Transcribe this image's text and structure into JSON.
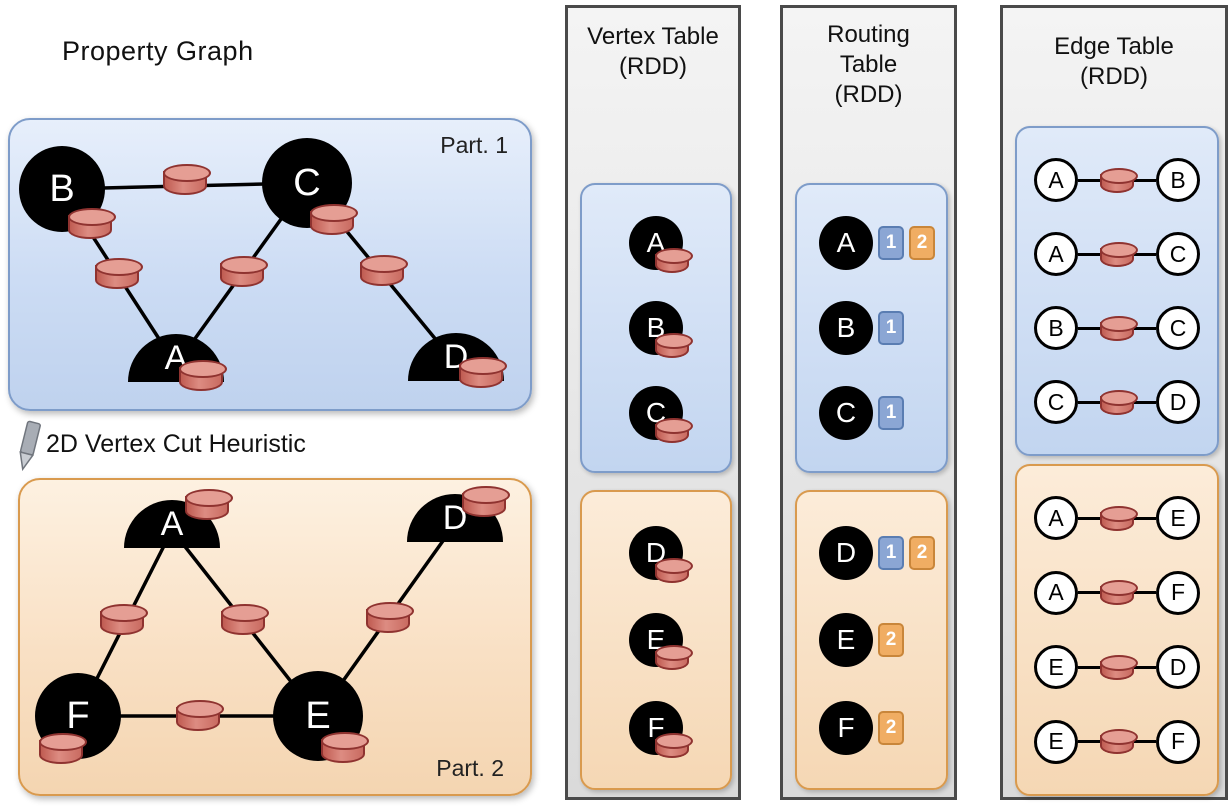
{
  "property_graph": {
    "title": "Property Graph",
    "cut_label": "2D Vertex Cut Heuristic",
    "part1": {
      "label": "Part. 1",
      "vertices": [
        {
          "id": "B"
        },
        {
          "id": "C"
        },
        {
          "id": "A"
        },
        {
          "id": "D"
        }
      ],
      "edges": [
        [
          "B",
          "C"
        ],
        [
          "B",
          "A"
        ],
        [
          "C",
          "A"
        ],
        [
          "C",
          "D"
        ]
      ]
    },
    "part2": {
      "label": "Part. 2",
      "vertices": [
        {
          "id": "A"
        },
        {
          "id": "D"
        },
        {
          "id": "F"
        },
        {
          "id": "E"
        }
      ],
      "edges": [
        [
          "A",
          "F"
        ],
        [
          "A",
          "E"
        ],
        [
          "D",
          "E"
        ],
        [
          "F",
          "E"
        ]
      ]
    }
  },
  "vertex_table": {
    "title_lines": [
      "Vertex Table",
      "(RDD)"
    ],
    "part1_vertices": [
      "A",
      "B",
      "C"
    ],
    "part2_vertices": [
      "D",
      "E",
      "F"
    ]
  },
  "routing_table": {
    "title_lines": [
      "Routing",
      "Table",
      "(RDD)"
    ],
    "part1_rows": [
      {
        "vertex": "A",
        "badges": [
          {
            "label": "1",
            "color": "blue"
          },
          {
            "label": "2",
            "color": "orange"
          }
        ]
      },
      {
        "vertex": "B",
        "badges": [
          {
            "label": "1",
            "color": "blue"
          }
        ]
      },
      {
        "vertex": "C",
        "badges": [
          {
            "label": "1",
            "color": "blue"
          }
        ]
      }
    ],
    "part2_rows": [
      {
        "vertex": "D",
        "badges": [
          {
            "label": "1",
            "color": "blue"
          },
          {
            "label": "2",
            "color": "orange"
          }
        ]
      },
      {
        "vertex": "E",
        "badges": [
          {
            "label": "2",
            "color": "orange"
          }
        ]
      },
      {
        "vertex": "F",
        "badges": [
          {
            "label": "2",
            "color": "orange"
          }
        ]
      }
    ]
  },
  "edge_table": {
    "title_lines": [
      "Edge Table",
      "(RDD)"
    ],
    "part1_edges": [
      [
        "A",
        "B"
      ],
      [
        "A",
        "C"
      ],
      [
        "B",
        "C"
      ],
      [
        "C",
        "D"
      ]
    ],
    "part2_edges": [
      [
        "A",
        "E"
      ],
      [
        "A",
        "F"
      ],
      [
        "E",
        "D"
      ],
      [
        "E",
        "F"
      ]
    ]
  },
  "colors": {
    "partition1_fill": "#ccdcf4",
    "partition1_border": "#7e9cc9",
    "partition2_fill": "#f9e0c4",
    "partition2_border": "#d99a4e",
    "column_fill": "#e6e6e6",
    "cylinder_fill": "#c96b61",
    "cylinder_border": "#8f3330",
    "badge_blue": "#8ba6d4",
    "badge_orange": "#f0ad63",
    "vertex_fill": "#000000"
  }
}
